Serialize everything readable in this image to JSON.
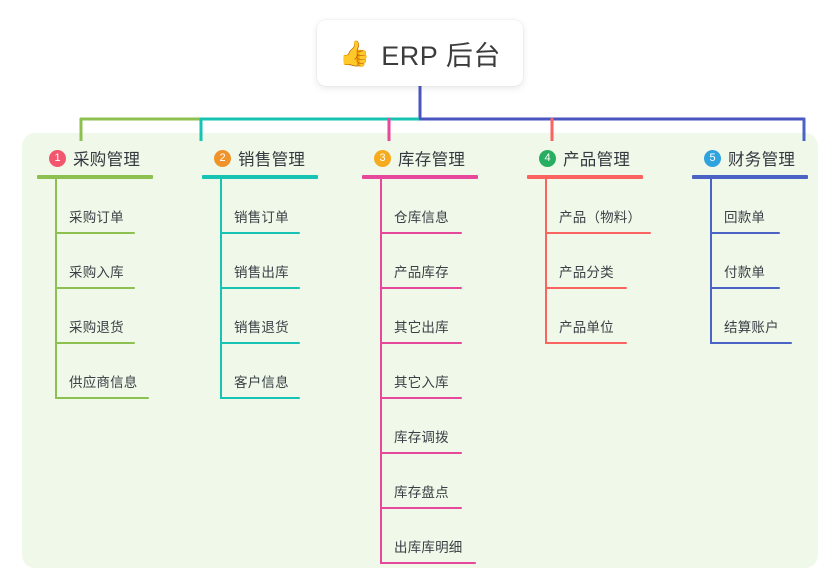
{
  "diagram": {
    "type": "mindmap-tree",
    "root": {
      "icon": "thumbs-up-icon",
      "emoji": "👍",
      "label": "ERP 后台"
    },
    "panel_color": "#eff8e9",
    "branches": [
      {
        "number": "1",
        "title": "采购管理",
        "color": "#8cc152",
        "badge_color": "#f3576e",
        "rule_width": 116,
        "items": [
          {
            "label": "采购订单",
            "rule_width": 80
          },
          {
            "label": "采购入库",
            "rule_width": 80
          },
          {
            "label": "采购退货",
            "rule_width": 80
          },
          {
            "label": "供应商信息",
            "rule_width": 94
          }
        ]
      },
      {
        "number": "2",
        "title": "销售管理",
        "color": "#17c3b2",
        "badge_color": "#f0932b",
        "rule_width": 116,
        "items": [
          {
            "label": "销售订单",
            "rule_width": 80
          },
          {
            "label": "销售出库",
            "rule_width": 80
          },
          {
            "label": "销售退货",
            "rule_width": 80
          },
          {
            "label": "客户信息",
            "rule_width": 80
          }
        ]
      },
      {
        "number": "3",
        "title": "库存管理",
        "color": "#e6499b",
        "badge_color": "#f5ab1c",
        "rule_width": 116,
        "items": [
          {
            "label": "仓库信息",
            "rule_width": 82
          },
          {
            "label": "产品库存",
            "rule_width": 82
          },
          {
            "label": "其它出库",
            "rule_width": 82
          },
          {
            "label": "其它入库",
            "rule_width": 82
          },
          {
            "label": "库存调拨",
            "rule_width": 82
          },
          {
            "label": "库存盘点",
            "rule_width": 82
          },
          {
            "label": "出库库明细",
            "rule_width": 96
          }
        ]
      },
      {
        "number": "4",
        "title": "产品管理",
        "color": "#fa6360",
        "badge_color": "#27ae60",
        "rule_width": 116,
        "items": [
          {
            "label": "产品（物料）",
            "rule_width": 106
          },
          {
            "label": "产品分类",
            "rule_width": 82
          },
          {
            "label": "产品单位",
            "rule_width": 82
          }
        ]
      },
      {
        "number": "5",
        "title": "财务管理",
        "color": "#4a63c4",
        "badge_color": "#2fa3dd",
        "rule_width": 116,
        "items": [
          {
            "label": "回款单",
            "rule_width": 70
          },
          {
            "label": "付款单",
            "rule_width": 70
          },
          {
            "label": "结算账户",
            "rule_width": 82
          }
        ]
      }
    ]
  }
}
